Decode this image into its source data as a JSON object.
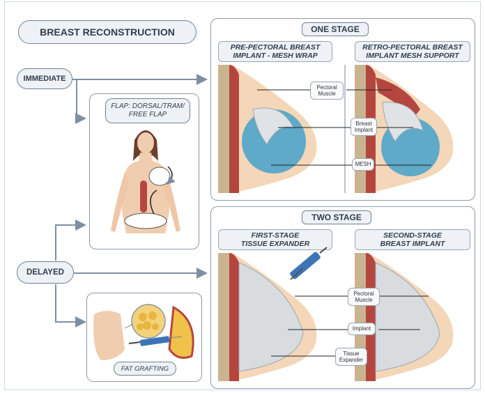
{
  "title": "BREAST RECONSTRUCTION",
  "branches": {
    "immediate": "IMMEDIATE",
    "delayed": "DELAYED"
  },
  "left_panels": {
    "flap": "FLAP: DORSAL/TRAM/\nFREE FLAP",
    "fat": "FAT GRAFTING"
  },
  "one_stage": {
    "title": "ONE STAGE",
    "left_header": "PRE-PECTORAL BREAST\nIMPLANT - MESH WRAP",
    "right_header": "RETRO-PECTORAL BREAST\nIMPLANT MESH SUPPORT",
    "labels": [
      "Pectoral\nMuscle",
      "Breast\nImplant",
      "MESH"
    ]
  },
  "two_stage": {
    "title": "TWO STAGE",
    "left_header": "FIRST-STAGE\nTISSUE EXPANDER",
    "right_header": "SECOND-STAGE\nBREAST IMPLANT",
    "labels": [
      "Pectoral\nMuscle",
      "Implant",
      "Tissue\nExpander"
    ]
  },
  "colors": {
    "pill_border": "#6f8196",
    "pill_fill": "#eef2f6",
    "arrow": "#7e8fa3",
    "muscle": "#b5463f",
    "skin": "#f4d7b8",
    "fat": "#f1c24a",
    "mesh": "#5fa9c9",
    "implant": "#dfe3e6"
  },
  "icons": [
    "female-figure-icon",
    "flap-tissue-icon",
    "fat-cells-icon",
    "syringe-icon",
    "breast-crosssection-icon"
  ]
}
